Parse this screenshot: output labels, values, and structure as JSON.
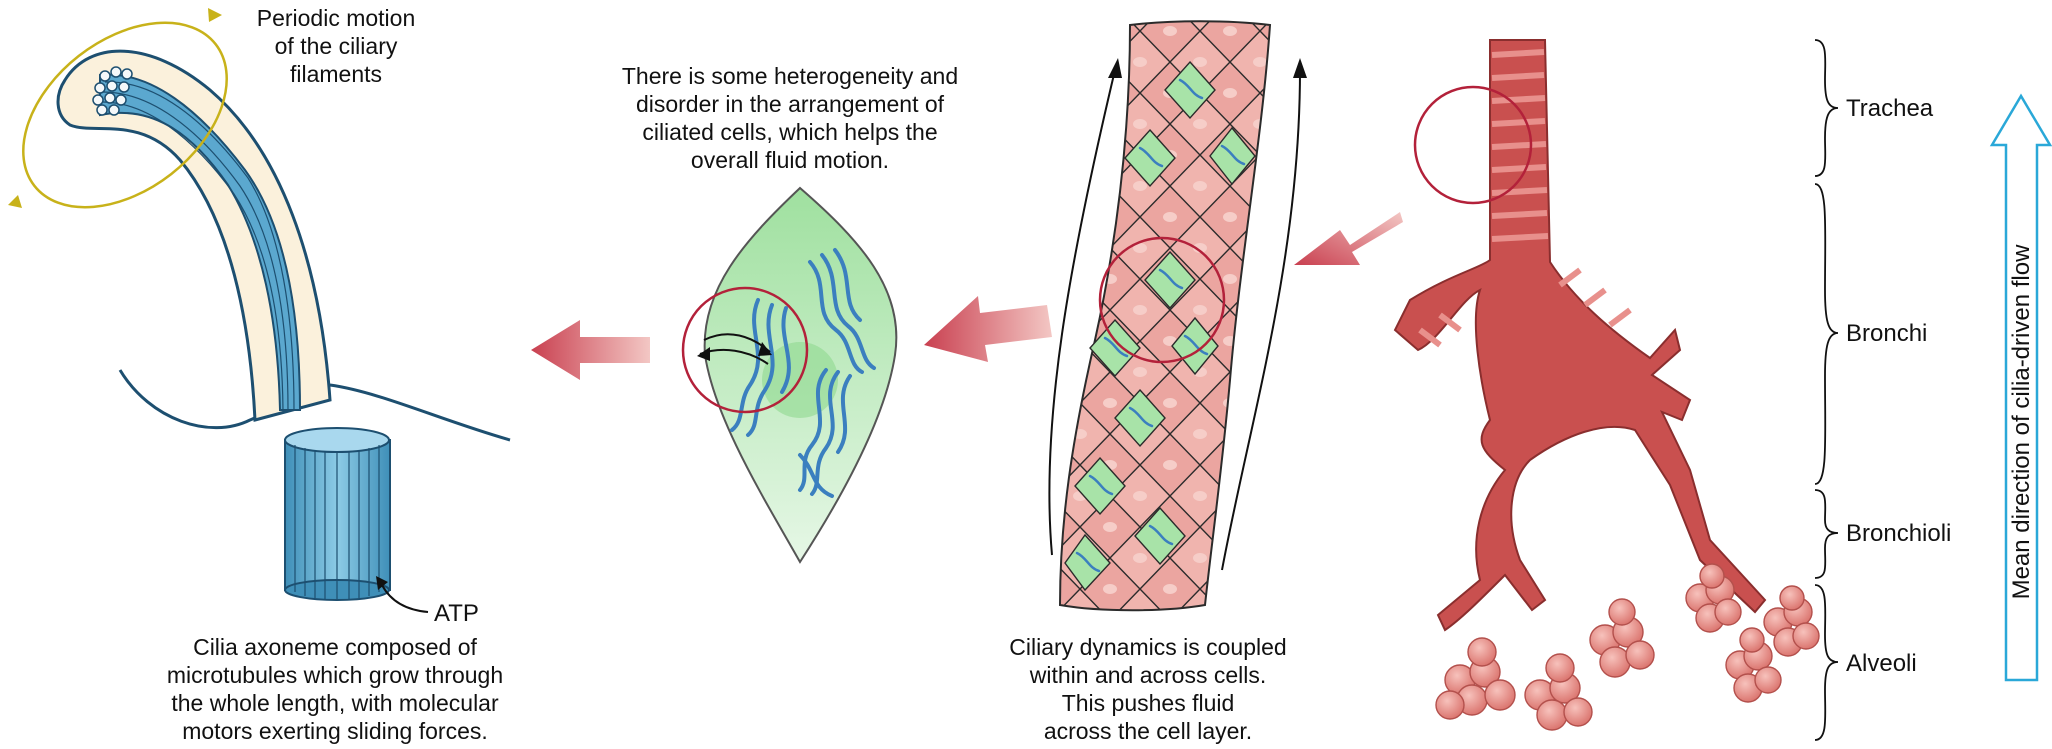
{
  "annotations": {
    "periodic_motion": [
      "Periodic motion",
      "of the ciliary",
      "filaments"
    ],
    "heterogeneity": [
      "There is some heterogeneity and",
      "disorder in the arrangement of",
      "ciliated cells, which helps the",
      "overall fluid motion."
    ],
    "atp": "ATP",
    "axoneme": [
      "Cilia axoneme composed of",
      "microtubules which grow through",
      "the whole length, with molecular",
      "motors exerting sliding forces."
    ],
    "ciliary_dynamics": [
      "Ciliary dynamics is coupled",
      "within and across cells.",
      "This pushes fluid",
      "across the cell layer."
    ]
  },
  "airway_regions": [
    "Trachea",
    "Bronchi",
    "Bronchioli",
    "Alveoli"
  ],
  "flow_axis_label": "Mean direction of cilia-driven flow",
  "colors": {
    "cilia_blue": "#5ba8cf",
    "cilia_dark": "#1d4f70",
    "cell_green": "#a8e3a8",
    "airway_red": "#c9504f",
    "alveoli_pink": "#e58b85",
    "zoom_circle": "#b3213a",
    "flow_arrow": "#2aa8d8",
    "motion_arrow": "#c8b21a",
    "cell_pink": "#eba5a0"
  }
}
